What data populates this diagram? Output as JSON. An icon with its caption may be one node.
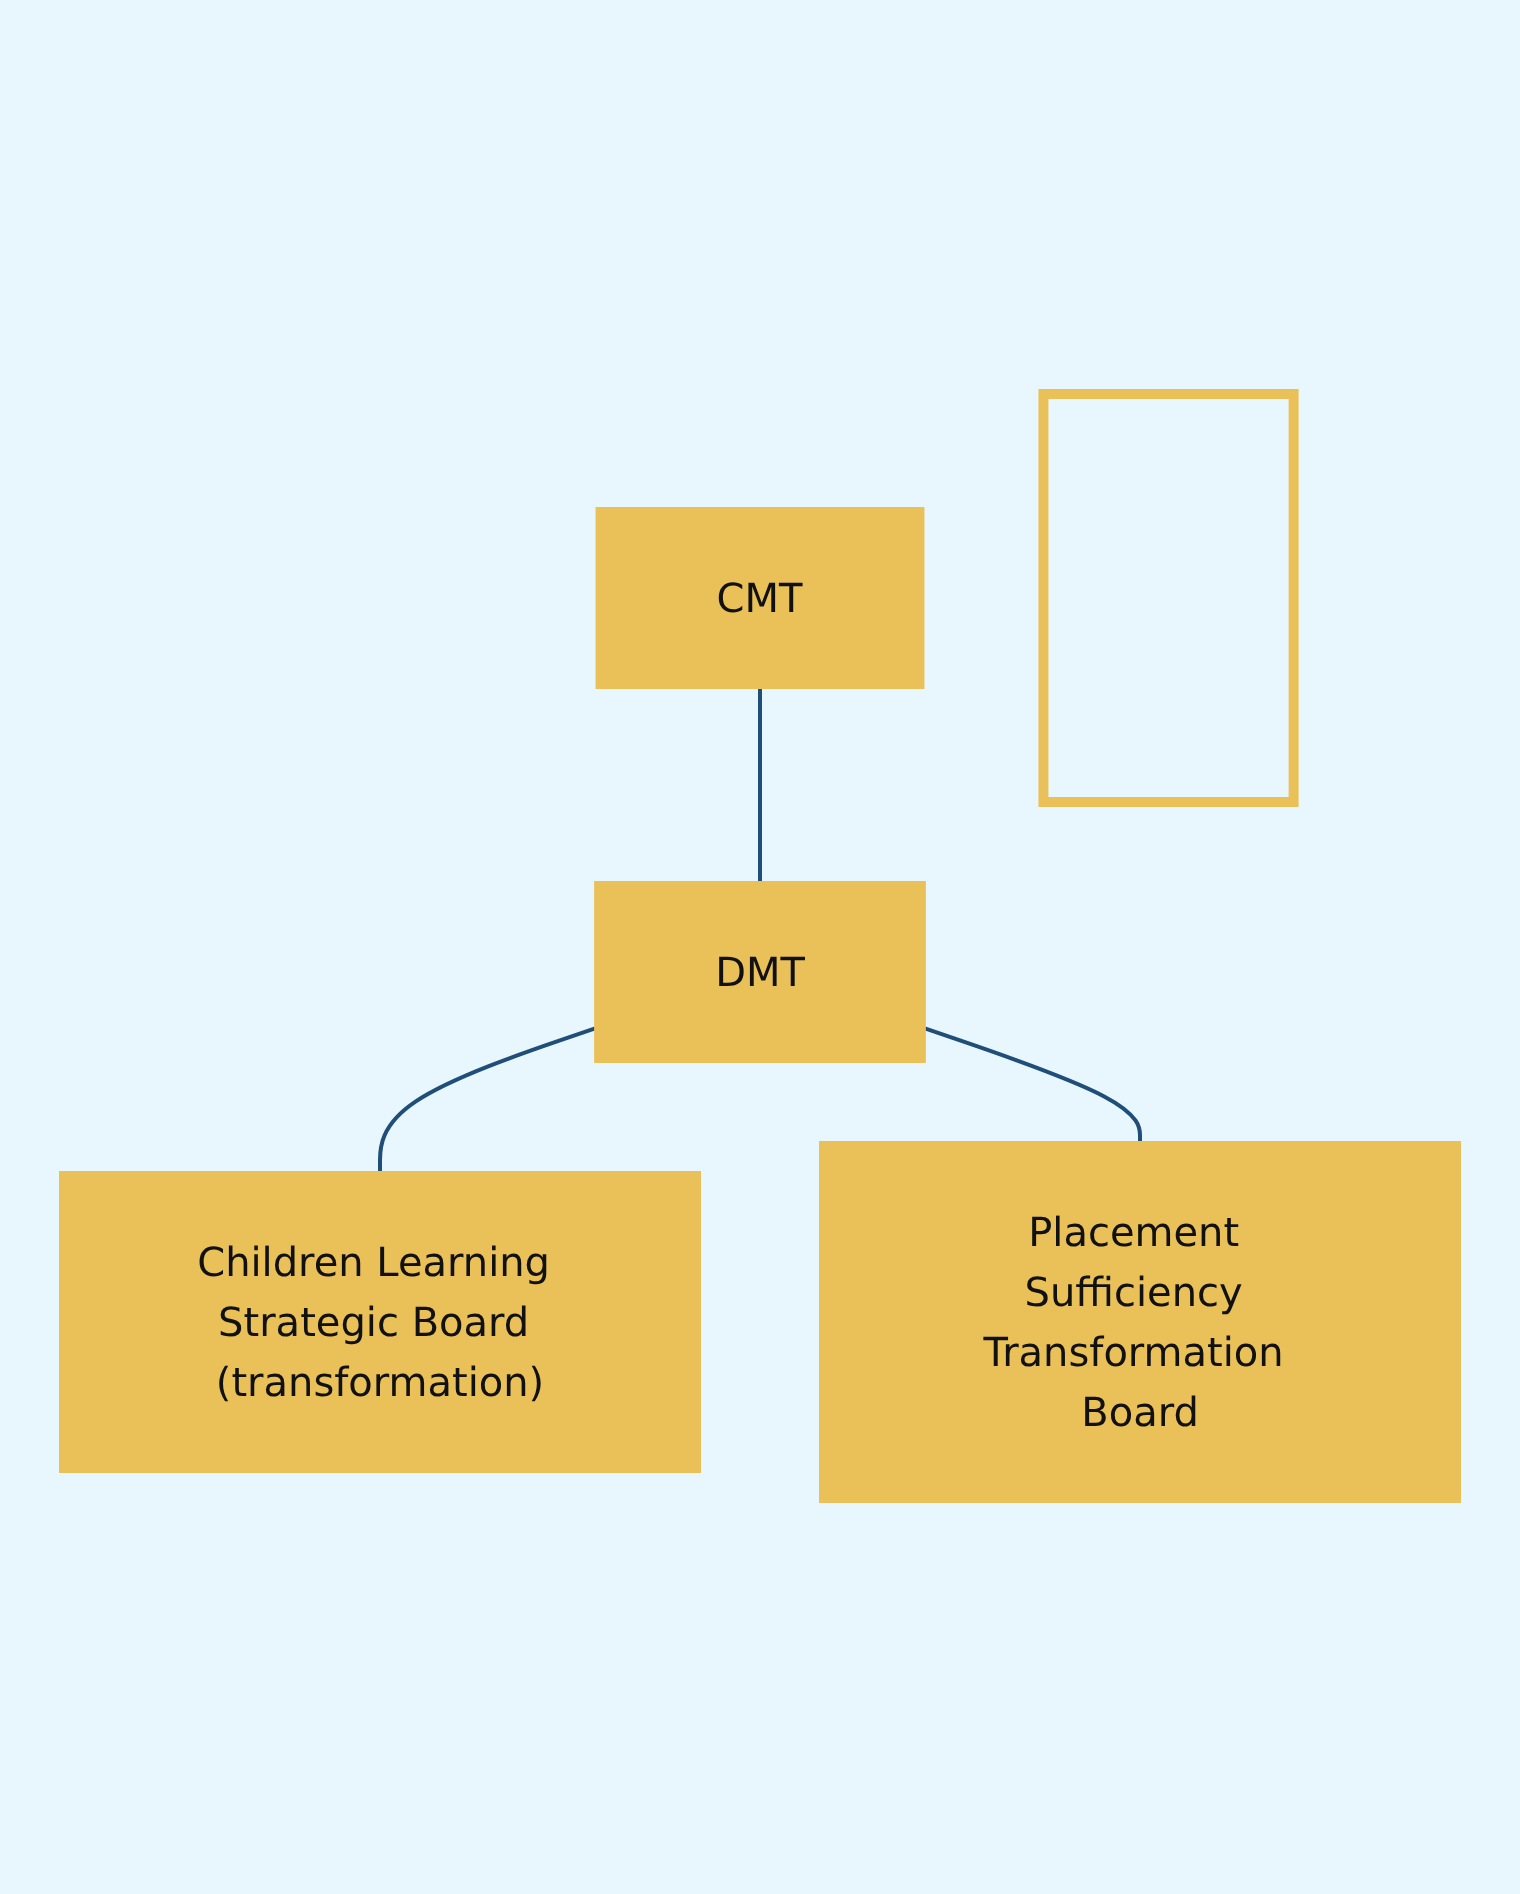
{
  "diagram": {
    "nodes": [
      {
        "text": [
          "CMT"
        ]
      },
      {
        "text": [
          "DMT"
        ]
      },
      {
        "text": [
          "Children Learning Strategic Board (transformation)"
        ]
      },
      {
        "text": [
          "Placement Sufficiency Transformation Board"
        ]
      },
      {
        "text": [],
        "shape": "box"
      }
    ],
    "edges": [
      {
        "from": 0,
        "to": 1,
        "arrow": "none"
      },
      {
        "from": 1,
        "to": 2,
        "arrow": "none"
      },
      {
        "from": 1,
        "to": 3,
        "arrow": "none"
      }
    ]
  }
}
